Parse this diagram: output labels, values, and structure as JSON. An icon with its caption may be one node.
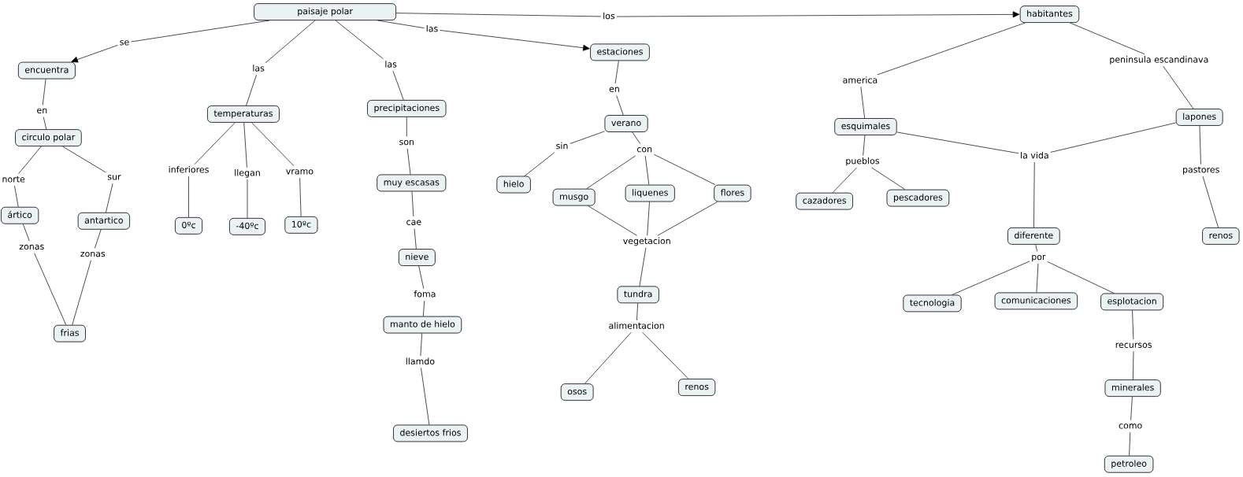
{
  "diagram": {
    "nodes": [
      {
        "text": [
          "paisaje polar"
        ]
      },
      {
        "text": [
          "se"
        ]
      },
      {
        "text": [
          "encuentra"
        ]
      },
      {
        "text": [
          "en"
        ]
      },
      {
        "text": [
          "circulo polar"
        ]
      },
      {
        "text": [
          "norte"
        ]
      },
      {
        "text": [
          "sur"
        ]
      },
      {
        "text": [
          "ártico"
        ]
      },
      {
        "text": [
          "antartico"
        ]
      },
      {
        "text": [
          "zonas"
        ]
      },
      {
        "text": [
          "zonas"
        ]
      },
      {
        "text": [
          "frias"
        ]
      },
      {
        "text": [
          "las"
        ]
      },
      {
        "text": [
          "temperaturas"
        ]
      },
      {
        "text": [
          "inferiores"
        ]
      },
      {
        "text": [
          "llegan"
        ]
      },
      {
        "text": [
          "vramo"
        ]
      },
      {
        "text": [
          "0ºc"
        ]
      },
      {
        "text": [
          "-40ºc"
        ]
      },
      {
        "text": [
          "10ºc"
        ]
      },
      {
        "text": [
          "las"
        ]
      },
      {
        "text": [
          "precipitaciones"
        ]
      },
      {
        "text": [
          "son"
        ]
      },
      {
        "text": [
          "muy escasas"
        ]
      },
      {
        "text": [
          "cae"
        ]
      },
      {
        "text": [
          "nieve"
        ]
      },
      {
        "text": [
          "foma"
        ]
      },
      {
        "text": [
          "manto de hielo"
        ]
      },
      {
        "text": [
          "llamdo"
        ]
      },
      {
        "text": [
          "desiertos frios"
        ]
      },
      {
        "text": [
          "las"
        ]
      },
      {
        "text": [
          "estaciones"
        ]
      },
      {
        "text": [
          "en"
        ]
      },
      {
        "text": [
          "verano"
        ]
      },
      {
        "text": [
          "sin"
        ]
      },
      {
        "text": [
          "con"
        ]
      },
      {
        "text": [
          "hielo"
        ]
      },
      {
        "text": [
          "musgo"
        ]
      },
      {
        "text": [
          "liquenes"
        ]
      },
      {
        "text": [
          "flores"
        ]
      },
      {
        "text": [
          "vegetacion"
        ]
      },
      {
        "text": [
          "tundra"
        ]
      },
      {
        "text": [
          "alimentacion"
        ]
      },
      {
        "text": [
          "osos"
        ]
      },
      {
        "text": [
          "renos"
        ]
      },
      {
        "text": [
          "los"
        ]
      },
      {
        "text": [
          "habitantes"
        ]
      },
      {
        "text": [
          "america"
        ]
      },
      {
        "text": [
          "peninsula escandinava"
        ]
      },
      {
        "text": [
          "esquimales"
        ]
      },
      {
        "text": [
          "lapones"
        ]
      },
      {
        "text": [
          "pueblos"
        ]
      },
      {
        "text": [
          "la vida"
        ]
      },
      {
        "text": [
          "pastores"
        ]
      },
      {
        "text": [
          "cazadores"
        ]
      },
      {
        "text": [
          "pescadores"
        ]
      },
      {
        "text": [
          "renos"
        ]
      },
      {
        "text": [
          "diferente"
        ]
      },
      {
        "text": [
          "por"
        ]
      },
      {
        "text": [
          "tecnologia"
        ]
      },
      {
        "text": [
          "comunicaciones"
        ]
      },
      {
        "text": [
          "esplotacion"
        ]
      },
      {
        "text": [
          "recursos"
        ]
      },
      {
        "text": [
          "minerales"
        ]
      },
      {
        "text": [
          "como"
        ]
      },
      {
        "text": [
          "petroleo"
        ]
      }
    ],
    "edges": [
      {
        "from": 0,
        "to": 1,
        "arrow": "none"
      },
      {
        "from": 1,
        "to": 2,
        "arrow": "to"
      },
      {
        "from": 2,
        "to": 3,
        "arrow": "none"
      },
      {
        "from": 3,
        "to": 4,
        "arrow": "none"
      },
      {
        "from": 4,
        "to": 5,
        "arrow": "none"
      },
      {
        "from": 5,
        "to": 7,
        "arrow": "none"
      },
      {
        "from": 4,
        "to": 6,
        "arrow": "none"
      },
      {
        "from": 6,
        "to": 8,
        "arrow": "none"
      },
      {
        "from": 7,
        "to": 9,
        "arrow": "none"
      },
      {
        "from": 9,
        "to": 11,
        "arrow": "none"
      },
      {
        "from": 8,
        "to": 10,
        "arrow": "none"
      },
      {
        "from": 10,
        "to": 11,
        "arrow": "none"
      },
      {
        "from": 0,
        "to": 12,
        "arrow": "none"
      },
      {
        "from": 12,
        "to": 13,
        "arrow": "none"
      },
      {
        "from": 13,
        "to": 14,
        "arrow": "none"
      },
      {
        "from": 14,
        "to": 17,
        "arrow": "none"
      },
      {
        "from": 13,
        "to": 15,
        "arrow": "none"
      },
      {
        "from": 15,
        "to": 18,
        "arrow": "none"
      },
      {
        "from": 13,
        "to": 16,
        "arrow": "none"
      },
      {
        "from": 16,
        "to": 19,
        "arrow": "none"
      },
      {
        "from": 0,
        "to": 20,
        "arrow": "none"
      },
      {
        "from": 20,
        "to": 21,
        "arrow": "none"
      },
      {
        "from": 21,
        "to": 22,
        "arrow": "none"
      },
      {
        "from": 22,
        "to": 23,
        "arrow": "none"
      },
      {
        "from": 23,
        "to": 24,
        "arrow": "none"
      },
      {
        "from": 24,
        "to": 25,
        "arrow": "none"
      },
      {
        "from": 25,
        "to": 26,
        "arrow": "none"
      },
      {
        "from": 26,
        "to": 27,
        "arrow": "none"
      },
      {
        "from": 27,
        "to": 28,
        "arrow": "none"
      },
      {
        "from": 28,
        "to": 29,
        "arrow": "none"
      },
      {
        "from": 0,
        "to": 30,
        "arrow": "none"
      },
      {
        "from": 30,
        "to": 31,
        "arrow": "to"
      },
      {
        "from": 31,
        "to": 32,
        "arrow": "none"
      },
      {
        "from": 32,
        "to": 33,
        "arrow": "none"
      },
      {
        "from": 33,
        "to": 34,
        "arrow": "none"
      },
      {
        "from": 34,
        "to": 36,
        "arrow": "none"
      },
      {
        "from": 33,
        "to": 35,
        "arrow": "none"
      },
      {
        "from": 35,
        "to": 37,
        "arrow": "none"
      },
      {
        "from": 35,
        "to": 38,
        "arrow": "none"
      },
      {
        "from": 35,
        "to": 39,
        "arrow": "none"
      },
      {
        "from": 37,
        "to": 40,
        "arrow": "none"
      },
      {
        "from": 38,
        "to": 40,
        "arrow": "none"
      },
      {
        "from": 39,
        "to": 40,
        "arrow": "none"
      },
      {
        "from": 40,
        "to": 41,
        "arrow": "none"
      },
      {
        "from": 41,
        "to": 42,
        "arrow": "none"
      },
      {
        "from": 42,
        "to": 43,
        "arrow": "none"
      },
      {
        "from": 42,
        "to": 44,
        "arrow": "none"
      },
      {
        "from": 0,
        "to": 45,
        "arrow": "none"
      },
      {
        "from": 45,
        "to": 46,
        "arrow": "to"
      },
      {
        "from": 46,
        "to": 47,
        "arrow": "none"
      },
      {
        "from": 47,
        "to": 49,
        "arrow": "none"
      },
      {
        "from": 46,
        "to": 48,
        "arrow": "none"
      },
      {
        "from": 48,
        "to": 50,
        "arrow": "none"
      },
      {
        "from": 49,
        "to": 51,
        "arrow": "none"
      },
      {
        "from": 51,
        "to": 54,
        "arrow": "none"
      },
      {
        "from": 51,
        "to": 55,
        "arrow": "none"
      },
      {
        "from": 49,
        "to": 52,
        "arrow": "none"
      },
      {
        "from": 50,
        "to": 52,
        "arrow": "none"
      },
      {
        "from": 52,
        "to": 57,
        "arrow": "none"
      },
      {
        "from": 50,
        "to": 53,
        "arrow": "none"
      },
      {
        "from": 53,
        "to": 56,
        "arrow": "none"
      },
      {
        "from": 57,
        "to": 58,
        "arrow": "none"
      },
      {
        "from": 58,
        "to": 59,
        "arrow": "none"
      },
      {
        "from": 58,
        "to": 60,
        "arrow": "none"
      },
      {
        "from": 58,
        "to": 61,
        "arrow": "none"
      },
      {
        "from": 61,
        "to": 62,
        "arrow": "none"
      },
      {
        "from": 62,
        "to": 63,
        "arrow": "none"
      },
      {
        "from": 63,
        "to": 64,
        "arrow": "none"
      },
      {
        "from": 64,
        "to": 65,
        "arrow": "none"
      }
    ]
  }
}
